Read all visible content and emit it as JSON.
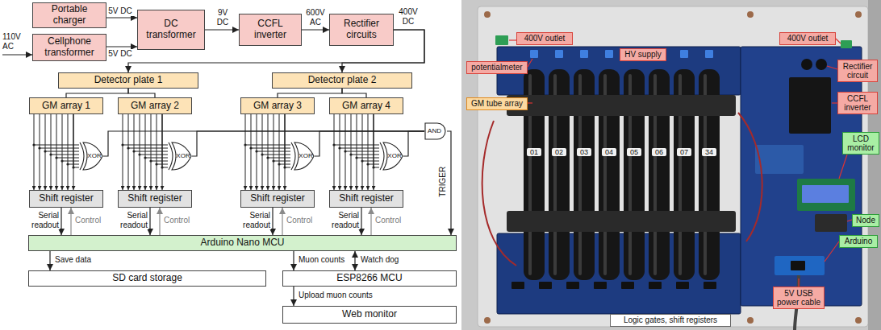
{
  "diagram": {
    "nodes": [
      {
        "text": [
          "Portable charger"
        ]
      },
      {
        "text": [
          "Cellphone transformer"
        ]
      },
      {
        "text": [
          "DC transformer"
        ]
      },
      {
        "text": [
          "CCFL inverter"
        ]
      },
      {
        "text": [
          "Rectifier circuits"
        ]
      },
      {
        "text": [
          "Detector plate 1"
        ]
      },
      {
        "text": [
          "Detector plate 2"
        ]
      },
      {
        "text": [
          "GM array 1"
        ]
      },
      {
        "text": [
          "GM array 2"
        ]
      },
      {
        "text": [
          "GM array 3"
        ]
      },
      {
        "text": [
          "GM array 4"
        ]
      },
      {
        "text": [
          "XOR"
        ]
      },
      {
        "text": [
          "XOR"
        ]
      },
      {
        "text": [
          "XOR"
        ]
      },
      {
        "text": [
          "XOR"
        ]
      },
      {
        "text": [
          "AND"
        ]
      },
      {
        "text": [
          "Shift register"
        ]
      },
      {
        "text": [
          "Shift register"
        ]
      },
      {
        "text": [
          "Shift register"
        ]
      },
      {
        "text": [
          "Shift register"
        ]
      },
      {
        "text": [
          "Arduino Nano MCU"
        ]
      },
      {
        "text": [
          "SD card storage"
        ]
      },
      {
        "text": [
          "ESP8266 MCU"
        ]
      },
      {
        "text": [
          "Web monitor"
        ]
      },
      {
        "text": [
          "400V outlet"
        ]
      },
      {
        "text": [
          "HV supply"
        ]
      },
      {
        "text": [
          "400V outlet"
        ]
      },
      {
        "text": [
          "potentialmeter"
        ]
      },
      {
        "text": [
          "GM tube array"
        ]
      },
      {
        "text": [
          "Rectifier circuit"
        ]
      },
      {
        "text": [
          "CCFL inverter"
        ]
      },
      {
        "text": [
          "LCD monitor"
        ]
      },
      {
        "text": [
          "Node"
        ]
      },
      {
        "text": [
          "Arduino"
        ]
      },
      {
        "text": [
          "5V USB power cable"
        ]
      },
      {
        "text": [
          "Logic gates, shift registers"
        ]
      }
    ],
    "edges": [
      {
        "from": 0,
        "to": 2,
        "label": "5V DC",
        "arrow": "to"
      },
      {
        "from": 1,
        "to": 2,
        "label": "5V DC",
        "arrow": "to"
      },
      {
        "from": 2,
        "to": 3,
        "label": "9V DC",
        "arrow": "to"
      },
      {
        "from": 3,
        "to": 4,
        "label": "600V AC",
        "arrow": "to"
      },
      {
        "from": 4,
        "to": 5,
        "label": "400V DC",
        "arrow": "to"
      },
      {
        "from": 4,
        "to": 6,
        "arrow": "to"
      },
      {
        "from": 5,
        "to": 7,
        "arrow": "none"
      },
      {
        "from": 5,
        "to": 8,
        "arrow": "none"
      },
      {
        "from": 6,
        "to": 9,
        "arrow": "none"
      },
      {
        "from": 6,
        "to": 10,
        "arrow": "none"
      },
      {
        "from": 7,
        "to": 16,
        "arrow": "to"
      },
      {
        "from": 8,
        "to": 17,
        "arrow": "to"
      },
      {
        "from": 9,
        "to": 18,
        "arrow": "to"
      },
      {
        "from": 10,
        "to": 19,
        "arrow": "to"
      },
      {
        "from": 7,
        "to": 11,
        "arrow": "none"
      },
      {
        "from": 8,
        "to": 12,
        "arrow": "none"
      },
      {
        "from": 9,
        "to": 13,
        "arrow": "none"
      },
      {
        "from": 10,
        "to": 14,
        "arrow": "none"
      },
      {
        "from": 11,
        "to": 15,
        "arrow": "none"
      },
      {
        "from": 12,
        "to": 15,
        "arrow": "none"
      },
      {
        "from": 13,
        "to": 15,
        "arrow": "none"
      },
      {
        "from": 14,
        "to": 15,
        "arrow": "none"
      },
      {
        "from": 15,
        "to": 20,
        "label": "TRIGER",
        "arrow": "to"
      },
      {
        "from": 16,
        "to": 20,
        "label": "Serial readout",
        "arrow": "to"
      },
      {
        "from": 17,
        "to": 20,
        "label": "Serial readout",
        "arrow": "to"
      },
      {
        "from": 18,
        "to": 20,
        "label": "Serial readout",
        "arrow": "to"
      },
      {
        "from": 19,
        "to": 20,
        "label": "Serial readout",
        "arrow": "to"
      },
      {
        "from": 20,
        "to": 16,
        "label": "Control",
        "arrow": "to"
      },
      {
        "from": 20,
        "to": 17,
        "label": "Control",
        "arrow": "to"
      },
      {
        "from": 20,
        "to": 18,
        "label": "Control",
        "arrow": "to"
      },
      {
        "from": 20,
        "to": 19,
        "label": "Control",
        "arrow": "to"
      },
      {
        "from": 20,
        "to": 21,
        "label": "Save data",
        "arrow": "to"
      },
      {
        "from": 20,
        "to": 22,
        "label": "Muon counts",
        "arrow": "to"
      },
      {
        "from": 22,
        "to": 20,
        "label": "Watch dog",
        "arrow": "both"
      },
      {
        "from": 22,
        "to": 23,
        "label": "Upload muon counts",
        "arrow": "to"
      }
    ],
    "labels": [
      "110V AC",
      "01",
      "02",
      "03",
      "04",
      "05",
      "06",
      "07",
      "34"
    ]
  }
}
